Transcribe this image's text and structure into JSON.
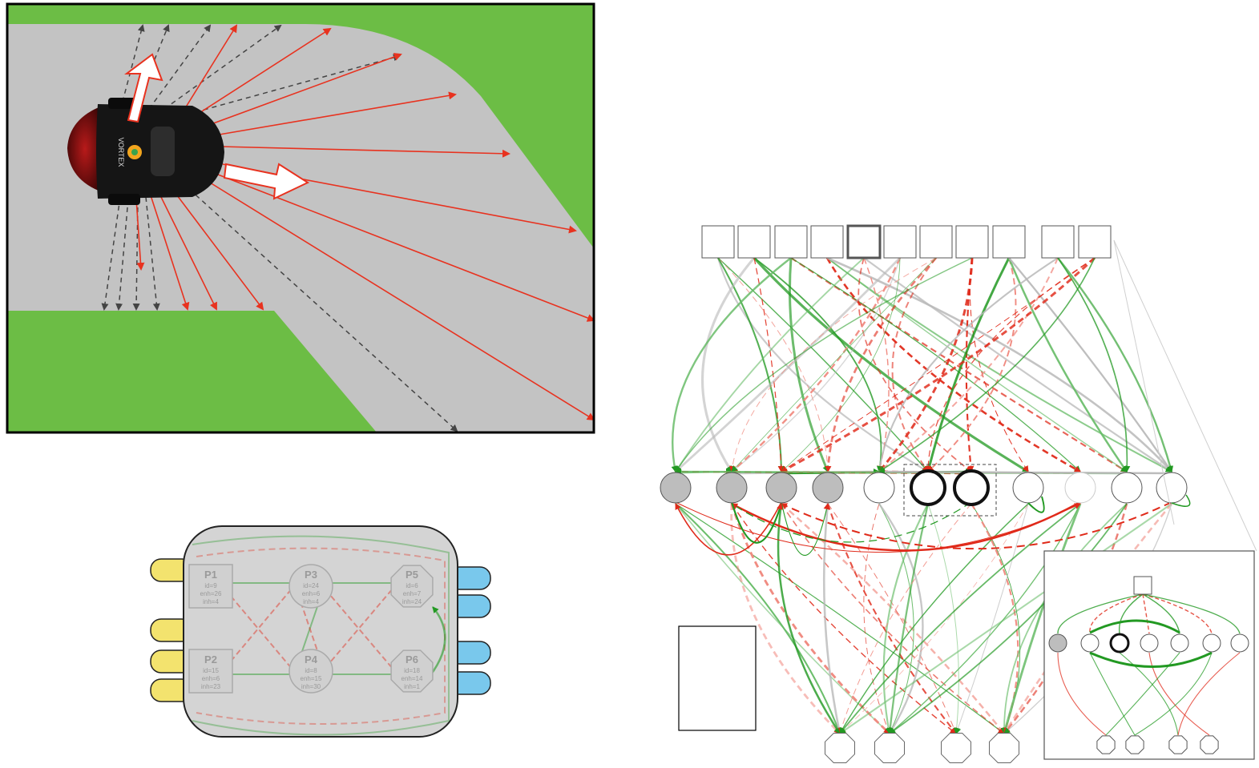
{
  "colors": {
    "road": "#c3c3c3",
    "grass": "#6cbd45",
    "sensor_hit": "#e8321f",
    "sensor_miss": "#444444",
    "positive_link": "#229922",
    "negative_link": "#e02a1a",
    "input_port": "#f3e36e",
    "output_port": "#79c8ec",
    "module_fill": "#d4d4d4",
    "hidden_node": "#bdbdbd"
  },
  "robot": {
    "brand": "VORTEX"
  },
  "module": {
    "nodes": [
      {
        "label": "P1",
        "l1": "id=9",
        "l2": "enh=26",
        "l3": "inh=4"
      },
      {
        "label": "P2",
        "l1": "id=15",
        "l2": "enh=6",
        "l3": "inh=23"
      },
      {
        "label": "P3",
        "l1": "id=24",
        "l2": "enh=6",
        "l3": "inh=4"
      },
      {
        "label": "P4",
        "l1": "id=8",
        "l2": "enh=15",
        "l3": "inh=30"
      },
      {
        "label": "P5",
        "l1": "id=6",
        "l2": "enh=7",
        "l3": "inh=24"
      },
      {
        "label": "P6",
        "l1": "id=18",
        "l2": "enh=14",
        "l3": "inh=1"
      }
    ]
  },
  "network": {
    "input_count": 11,
    "hidden_count": 11,
    "output_count": 4,
    "inset": {
      "input_count": 1,
      "hidden_count": 7,
      "output_count": 4
    }
  }
}
